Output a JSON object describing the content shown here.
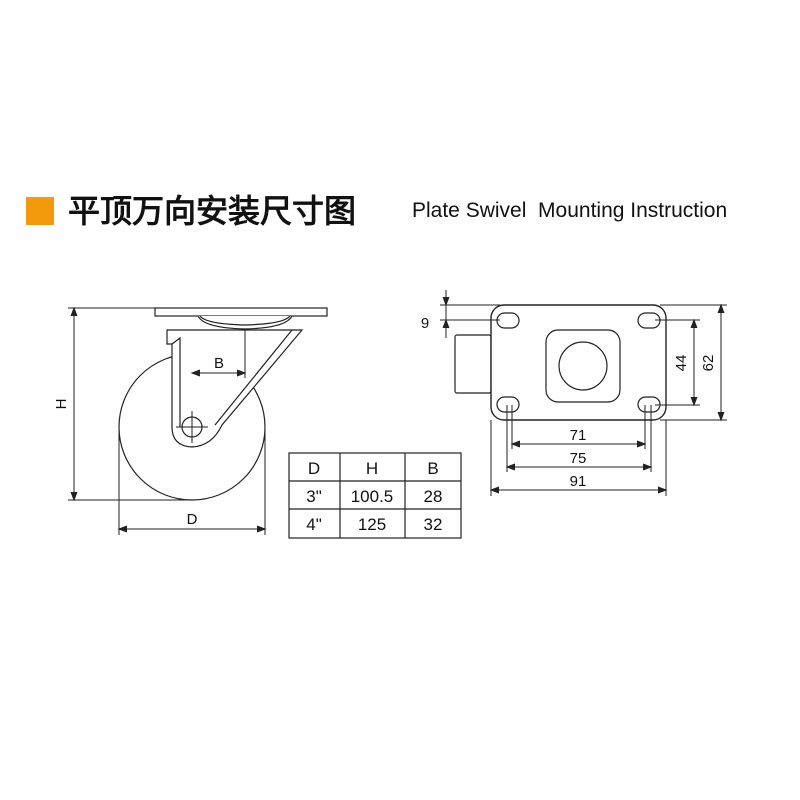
{
  "header": {
    "title_cn": "平顶万向安装尺寸图",
    "title_en": "Plate Swivel  Mounting Instruction",
    "marker_color": "#f39a0c"
  },
  "side_view": {
    "height_label": "H",
    "offset_label": "B",
    "diameter_label": "D"
  },
  "table": {
    "headers": [
      "D",
      "H",
      "B"
    ],
    "rows": [
      [
        "3\"",
        "100.5",
        "28"
      ],
      [
        "4\"",
        "125",
        "32"
      ]
    ]
  },
  "plate_view": {
    "dim_top": "9",
    "dim_hole_vertical": "44",
    "dim_plate_vertical": "62",
    "dim_hole_horizontal": "71",
    "dim_inner_horizontal": "75",
    "dim_plate_horizontal": "91"
  }
}
